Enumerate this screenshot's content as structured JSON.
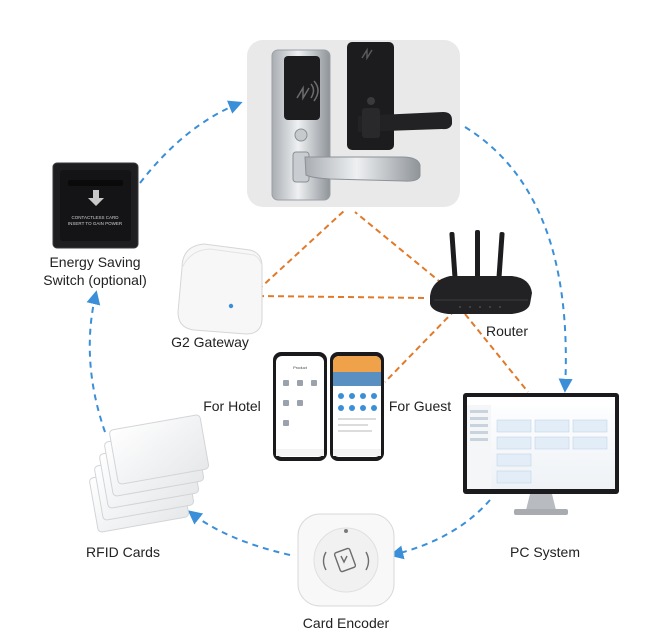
{
  "labels": {
    "energy_line1": "Energy Saving",
    "energy_line2": "Switch (optional)",
    "gateway": "G2 Gateway",
    "router": "Router",
    "for_hotel": "For Hotel",
    "for_guest": "For Guest",
    "pc_system": "PC System",
    "rfid_cards": "RFID Cards",
    "card_encoder": "Card Encoder"
  },
  "switch_text": {
    "line1": "CONTACTLESS CARD",
    "line2": "INSERT TO GAIN POWER"
  },
  "phone_hotel": {
    "title": "Product"
  },
  "colors": {
    "cycle_arrows": "#3a8fd8",
    "network_links": "#e07a2a",
    "lock_panel": "#e9e9e9"
  },
  "icons": {
    "nfc": "nfc-icon",
    "wifi_led": "led-icon"
  }
}
